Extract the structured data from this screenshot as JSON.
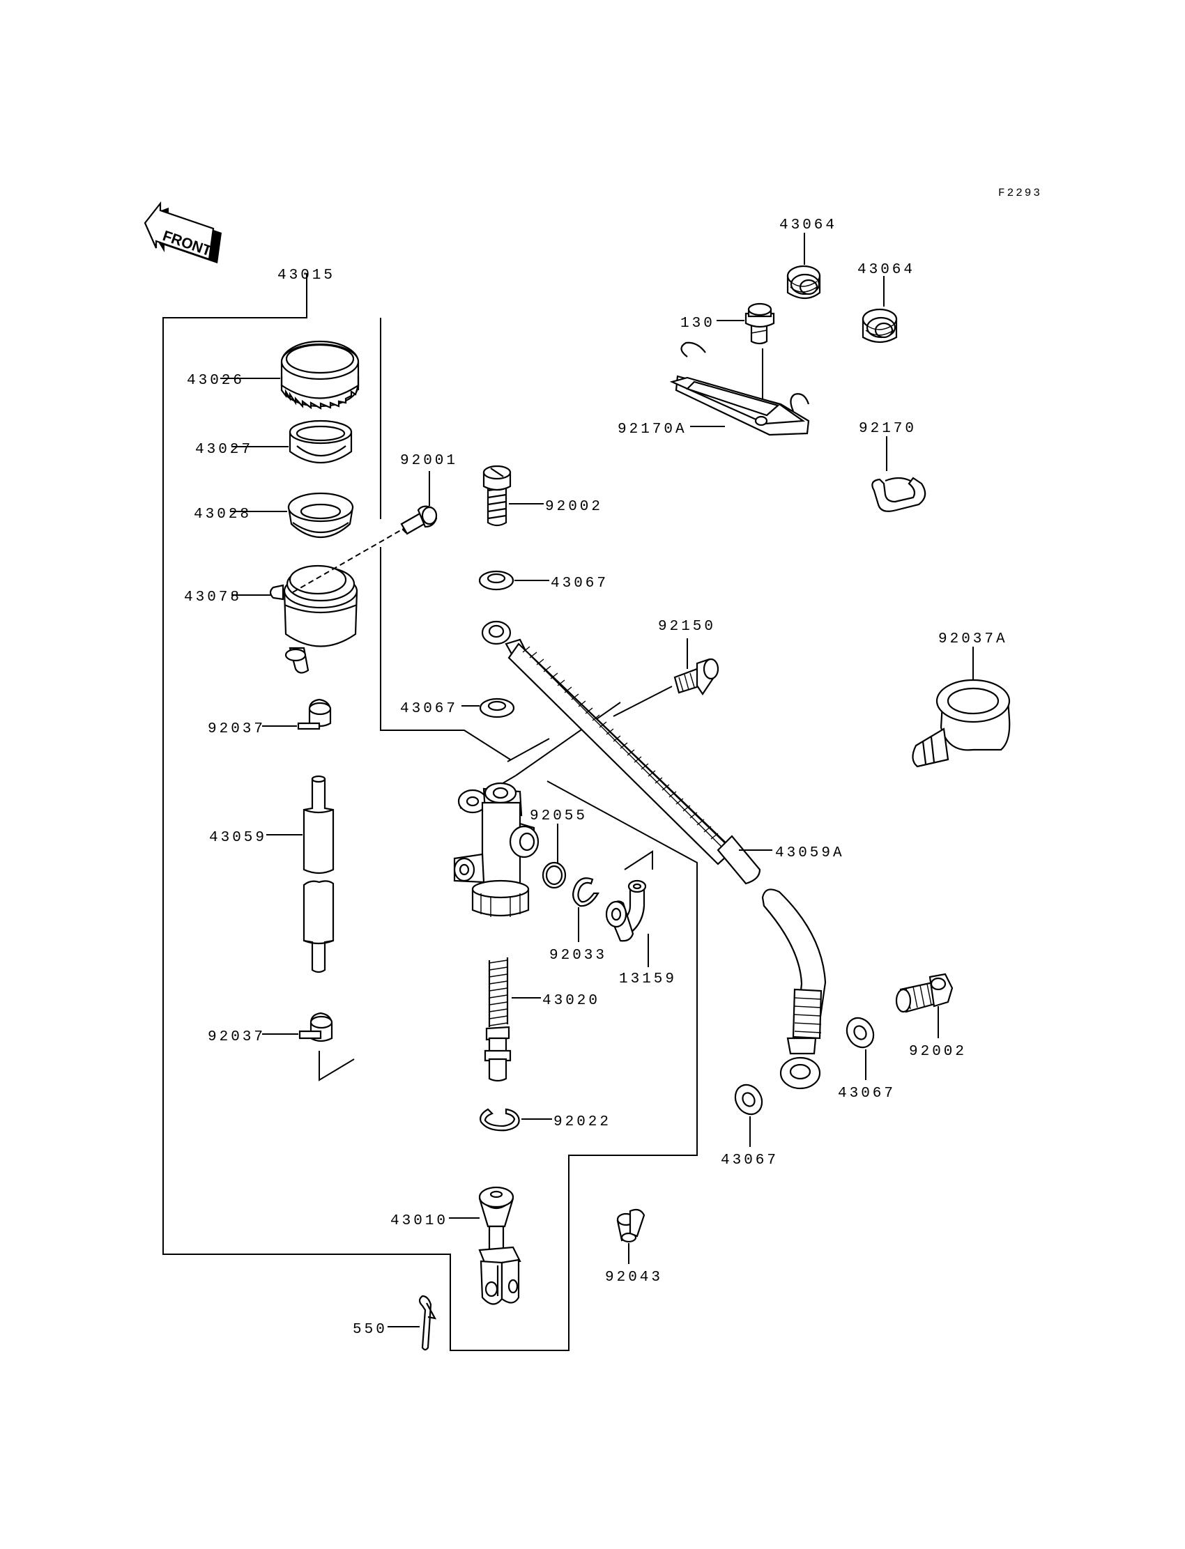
{
  "diagram": {
    "figure_code": "F2293",
    "front_label": "FRONT",
    "labels": {
      "l43015": "43015",
      "l43026": "43026",
      "l43027": "43027",
      "l43028": "43028",
      "l43078": "43078",
      "l92037a": "92037",
      "l43059": "43059",
      "l92037b": "92037",
      "l92001": "92001",
      "l92002a": "92002",
      "l43067a": "43067",
      "l43067b": "43067",
      "l92150": "92150",
      "l92055": "92055",
      "l92033": "92033",
      "l13159": "13159",
      "l43020": "43020",
      "l92022": "92022",
      "l43010": "43010",
      "l550": "550",
      "l92043": "92043",
      "l43059A": "43059A",
      "l43067c": "43067",
      "l43067d": "43067",
      "l92002b": "92002",
      "l92037A": "92037A",
      "l92170": "92170",
      "l92170A": "92170A",
      "l130": "130",
      "l43064a": "43064",
      "l43064b": "43064"
    }
  }
}
